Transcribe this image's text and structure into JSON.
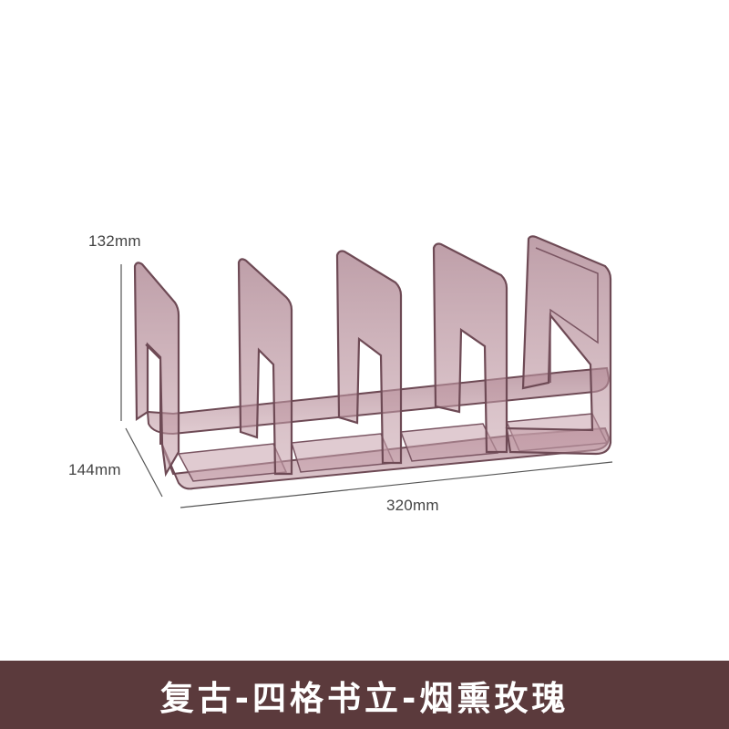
{
  "product": {
    "dimensions": {
      "height": "132mm",
      "depth": "144mm",
      "width": "320mm"
    },
    "slot_count": 4,
    "banner_title": "复古-四格书立-烟熏玫瑰"
  },
  "colors": {
    "banner_background": "#5b3a3c",
    "banner_text": "#ffffff",
    "acrylic_fill": "#b98f9b",
    "acrylic_edge": "#6e4a55",
    "dimension_line": "#555555",
    "label_text": "#444444"
  }
}
